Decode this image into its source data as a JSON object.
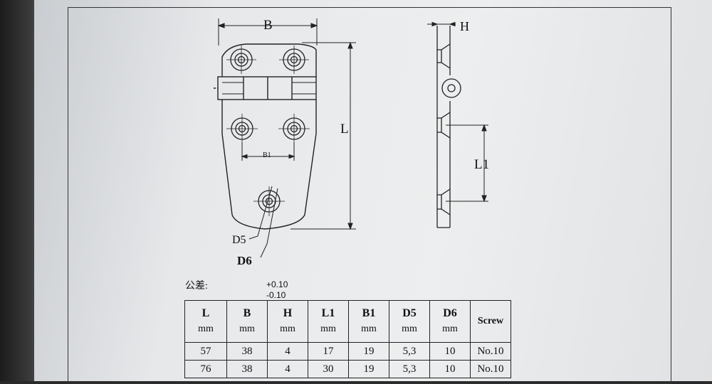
{
  "drawing": {
    "dims": {
      "B": "B",
      "L": "L",
      "B1": "B1",
      "H": "H",
      "L1": "L1",
      "D5": "D5",
      "D6": "D6"
    },
    "tolerance_label": "公差:",
    "tolerance_plus": "+0.10",
    "tolerance_minus": "-0.10"
  },
  "table": {
    "headers": [
      {
        "name": "L",
        "unit": "mm"
      },
      {
        "name": "B",
        "unit": "mm"
      },
      {
        "name": "H",
        "unit": "mm"
      },
      {
        "name": "L1",
        "unit": "mm"
      },
      {
        "name": "B1",
        "unit": "mm"
      },
      {
        "name": "D5",
        "unit": "mm"
      },
      {
        "name": "D6",
        "unit": "mm"
      },
      {
        "name": "Screw",
        "unit": ""
      }
    ],
    "rows": [
      [
        "57",
        "38",
        "4",
        "17",
        "19",
        "5,3",
        "10",
        "No.10"
      ],
      [
        "76",
        "38",
        "4",
        "30",
        "19",
        "5,3",
        "10",
        "No.10"
      ]
    ]
  }
}
